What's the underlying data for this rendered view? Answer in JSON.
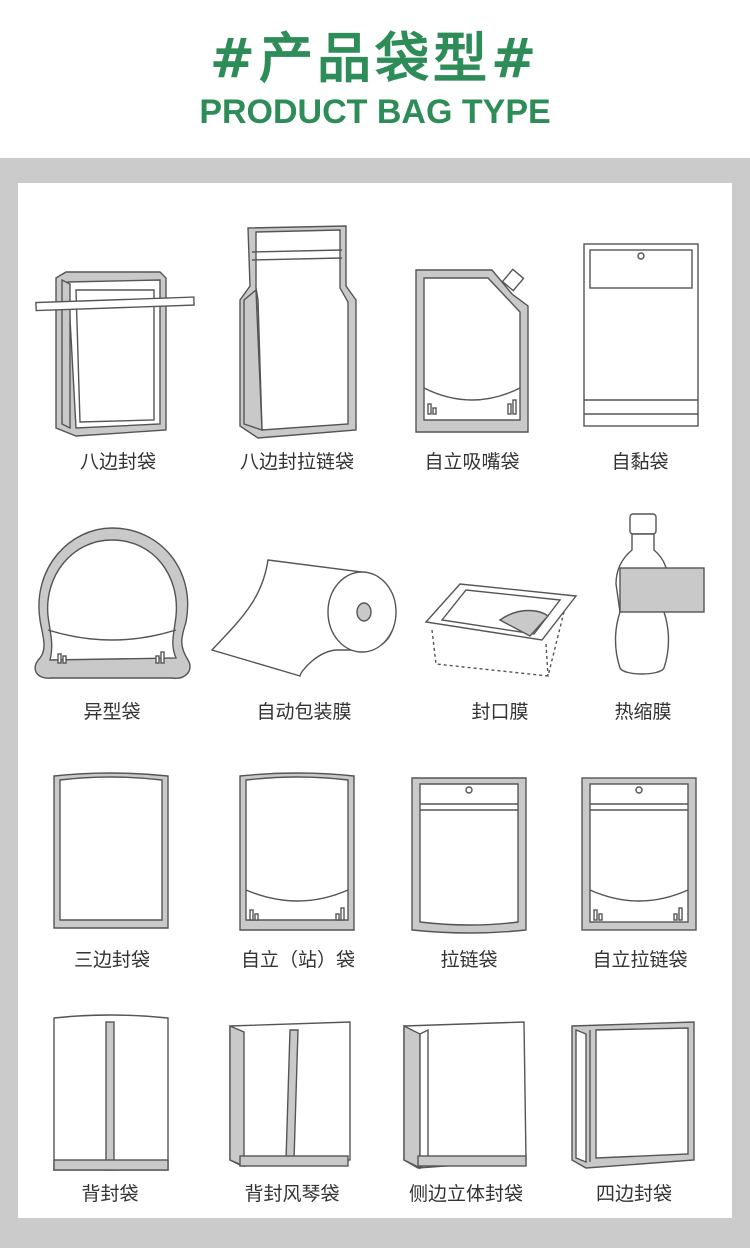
{
  "header": {
    "title_zh": "#产品袋型#",
    "title_en": "PRODUCT BAG TYPE"
  },
  "colors": {
    "accent": "#2e8c58",
    "frame": "#cbcbcb",
    "seal": "#c9c9c9",
    "outline": "#555555"
  },
  "bag_types": [
    {
      "name": "八边封袋",
      "icon": "eight-side-seal-bag"
    },
    {
      "name": "八边封拉链袋",
      "icon": "eight-side-zipper-bag"
    },
    {
      "name": "自立吸嘴袋",
      "icon": "spout-pouch"
    },
    {
      "name": "自黏袋",
      "icon": "self-adhesive-bag"
    },
    {
      "name": "异型袋",
      "icon": "shaped-bag"
    },
    {
      "name": "自动包装膜",
      "icon": "film-roll"
    },
    {
      "name": "封口膜",
      "icon": "lidding-film"
    },
    {
      "name": "热缩膜",
      "icon": "shrink-sleeve-bottle"
    },
    {
      "name": "三边封袋",
      "icon": "three-side-seal-bag"
    },
    {
      "name": "自立（站）袋",
      "icon": "stand-up-pouch"
    },
    {
      "name": "拉链袋",
      "icon": "zipper-bag"
    },
    {
      "name": "自立拉链袋",
      "icon": "stand-up-zipper-pouch"
    },
    {
      "name": "背封袋",
      "icon": "back-seal-bag"
    },
    {
      "name": "背封风琴袋",
      "icon": "back-seal-gusset-bag"
    },
    {
      "name": "侧边立体封袋",
      "icon": "side-gusset-bag"
    },
    {
      "name": "四边封袋",
      "icon": "four-side-seal-bag"
    }
  ]
}
